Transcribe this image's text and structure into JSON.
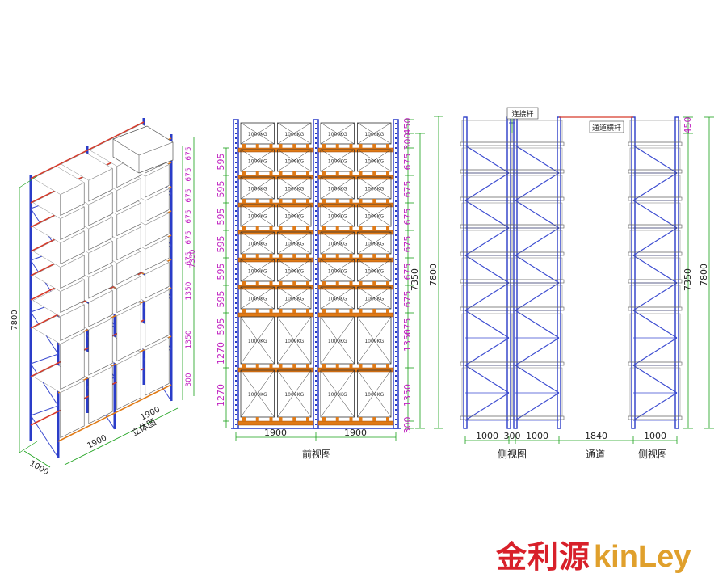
{
  "colors": {
    "upright": "#2a3cc8",
    "brace": "#3a4ad0",
    "beam": "#e07a16",
    "beam_red": "#d83a2a",
    "dim_line": "#18a018",
    "dim_text_green": "#1a1a1a",
    "dim_text_magenta": "#c020c0",
    "box": "#303030",
    "logo_red": "#d8202a",
    "logo_gold": "#e0a02c"
  },
  "views": {
    "iso": {
      "label": "立体图",
      "dim_height": "7800",
      "dim_height2": "7350",
      "dim_depth": "1000",
      "dim_width1": "1900",
      "dim_width2": "1900",
      "level_dims": [
        "675",
        "675",
        "675",
        "675",
        "675",
        "675",
        "1350",
        "1350",
        "300"
      ]
    },
    "front": {
      "label": "前视图",
      "bay_widths": [
        "1900",
        "1900"
      ],
      "left_dims": [
        "595",
        "595",
        "595",
        "595",
        "595",
        "595",
        "595",
        "1270",
        "1270"
      ],
      "right_dims": [
        "450",
        "300",
        "675",
        "675",
        "675",
        "675",
        "675",
        "675",
        "675",
        "1350",
        "1350",
        "300"
      ],
      "total_inner": "7350",
      "total": "7800",
      "box_label": "1000KG"
    },
    "side": {
      "left_label": "侧视图",
      "right_label": "侧视图",
      "aisle_label": "通道",
      "widths": [
        "1000",
        "300",
        "1000",
        "1840",
        "1000"
      ],
      "total_inner": "7350",
      "total": "7800",
      "top_dim": "450",
      "callout1": "连接杆",
      "callout2": "通道横杆"
    }
  },
  "logo": {
    "chinese": "金利源",
    "english": "kinLey"
  }
}
